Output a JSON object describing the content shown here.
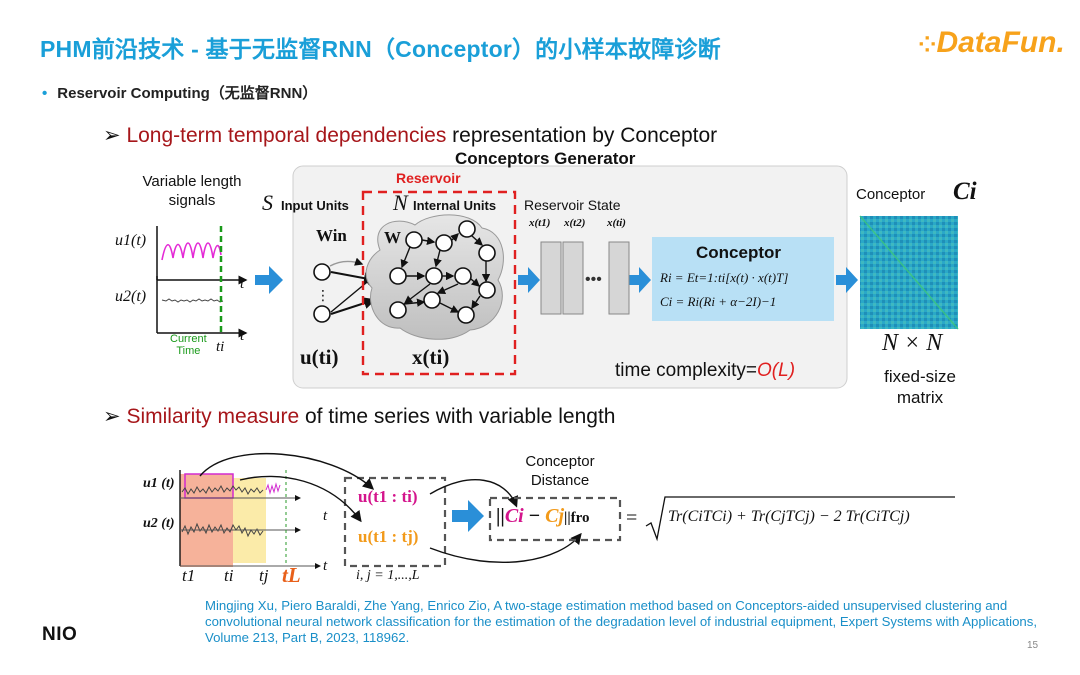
{
  "header": {
    "title": "PHM前沿技术 - 基于无监督RNN（Conceptor）的小样本故障诊断",
    "logo_text": "DataFun."
  },
  "bullet": "Reservoir Computing（无监督RNN）",
  "section1": {
    "arrow": "➢",
    "highlight": "Long-term temporal dependencies",
    "rest": " representation by Conceptor"
  },
  "generator": {
    "title": "Conceptors Generator",
    "signals_label_1": "Variable length",
    "signals_label_2": "signals",
    "u1": "u1(t)",
    "u2": "u2(t)",
    "t_axis": "t",
    "current_time_1": "Current",
    "current_time_2": "Time",
    "ti": "ti",
    "s_label": "S",
    "input_units": "Input Units",
    "w_in": "Win",
    "reservoir": "Reservoir",
    "n_label": "N",
    "internal_units": "Internal Units",
    "w": "W",
    "u_ti": "u(ti)",
    "x_ti": "x(ti)",
    "reservoir_state": "Reservoir State",
    "state_labels": [
      "x(t1)",
      "x(t2)",
      "x(ti)"
    ],
    "conceptor_box_title": "Conceptor",
    "formula_r": "Ri = Et=1:ti[x(t) · x(t)T]",
    "formula_c": "Ci = Ri(Ri + α−2I)−1",
    "time_complexity_prefix": "time complexity=",
    "time_complexity_value": "O(L)",
    "conceptor_label": "Conceptor",
    "ci_symbol": "Ci",
    "matrix_dims": "N × N",
    "matrix_caption_1": "fixed-size",
    "matrix_caption_2": "matrix"
  },
  "section2": {
    "arrow": "➢",
    "highlight": "Similarity measure",
    "rest": " of time series with variable length"
  },
  "similarity": {
    "u1": "u1 (t)",
    "u2": "u2 (t)",
    "t": "t",
    "t_labels": [
      "t1",
      "ti",
      "tj",
      "tL"
    ],
    "u_ti_bold": "u(t1 : ti)",
    "u_tj_bold": "u(t1 : tj)",
    "index_range": "i, j = 1,...,L",
    "distance_label_1": "Conceptor",
    "distance_label_2": "Distance",
    "norm_expr_left": "||",
    "ci": "Ci",
    "minus": "−",
    "cj": "Cj",
    "norm_expr_right": "||fro",
    "equals": "=",
    "formula_rhs": "Tr(CiTCi) + Tr(CjTCj) − 2 Tr(CiTCj)"
  },
  "citation": "Mingjing Xu, Piero Baraldi, Zhe Yang, Enrico Zio, A two-stage estimation method based on Conceptors-aided unsupervised clustering and convolutional neural network classification for the estimation of the degradation level of industrial equipment, Expert Systems with Applications, Volume 213, Part B, 2023, 118962.",
  "footer": {
    "brand": "NIO",
    "page_number": "15"
  },
  "colors": {
    "title_blue": "#1a9fd8",
    "highlight_red": "#a6161a",
    "reservoir_red": "#e02020",
    "conceptor_box": "#b8e0f5",
    "arrow_blue": "#2a8fd8",
    "logo_orange": "#f7a21b",
    "ci_magenta": "#d4148c",
    "cj_orange": "#f29a1a"
  }
}
